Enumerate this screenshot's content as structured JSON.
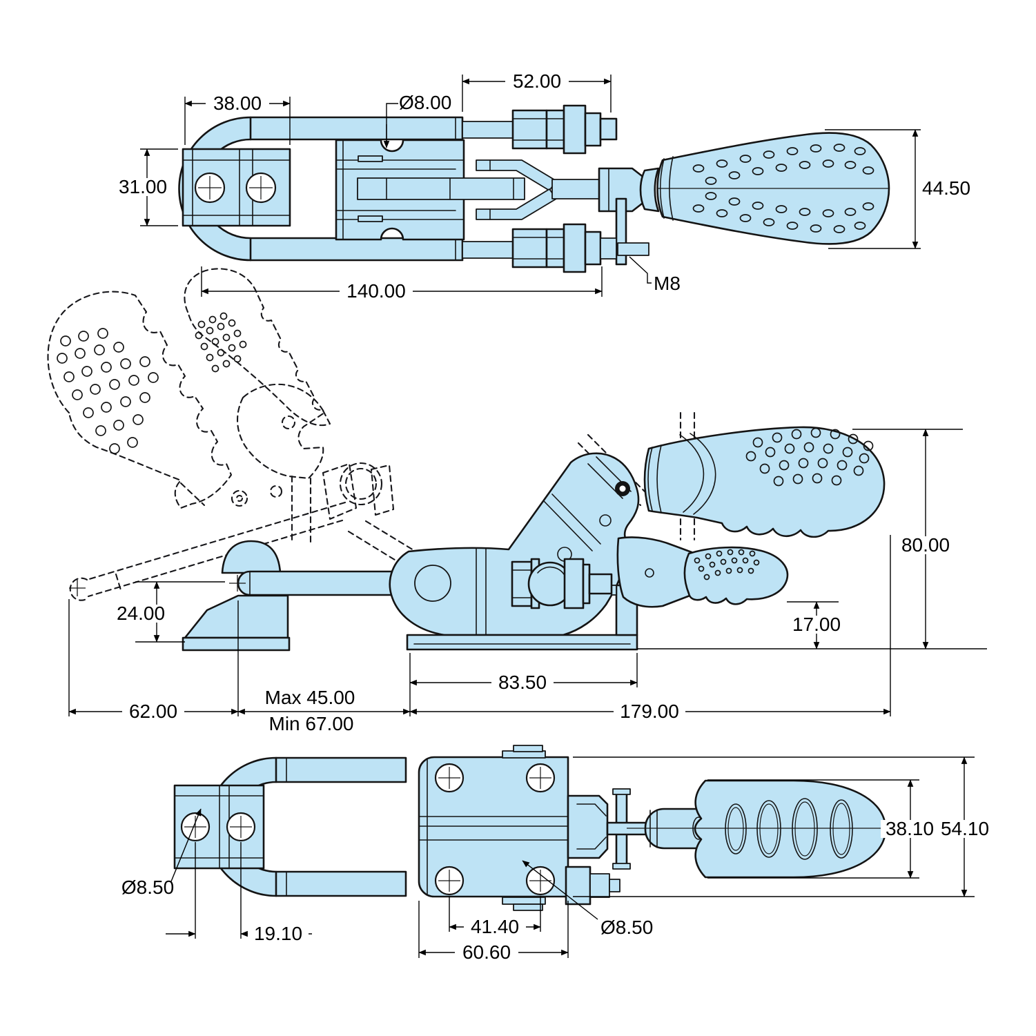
{
  "drawing_type": "toggle-latch-clamp orthographic views",
  "colors": {
    "part_fill": "#bee3f5",
    "line": "#141414",
    "dim_text": "#000000",
    "background": "#ffffff"
  },
  "dims": {
    "top": {
      "len52": "52.00",
      "bracket_w": "38.00",
      "rod_dia": "Ø8.00",
      "bracket_h": "31.00",
      "handle_dia": "44.50",
      "len140": "140.00",
      "thread": "M8"
    },
    "side": {
      "h80": "80.00",
      "h24": "24.00",
      "h17": "17.00",
      "len83": "83.50",
      "len62": "62.00",
      "max45": "Max 45.00",
      "min67": "Min 67.00",
      "len179": "179.00"
    },
    "bottom": {
      "hole_dia_left": "Ø8.50",
      "pitch19": "19.10",
      "pitch41": "41.40",
      "plate_w": "60.60",
      "hole_dia_plate": "Ø8.50",
      "grip_w": "38.10",
      "overall_w": "54.10"
    }
  }
}
